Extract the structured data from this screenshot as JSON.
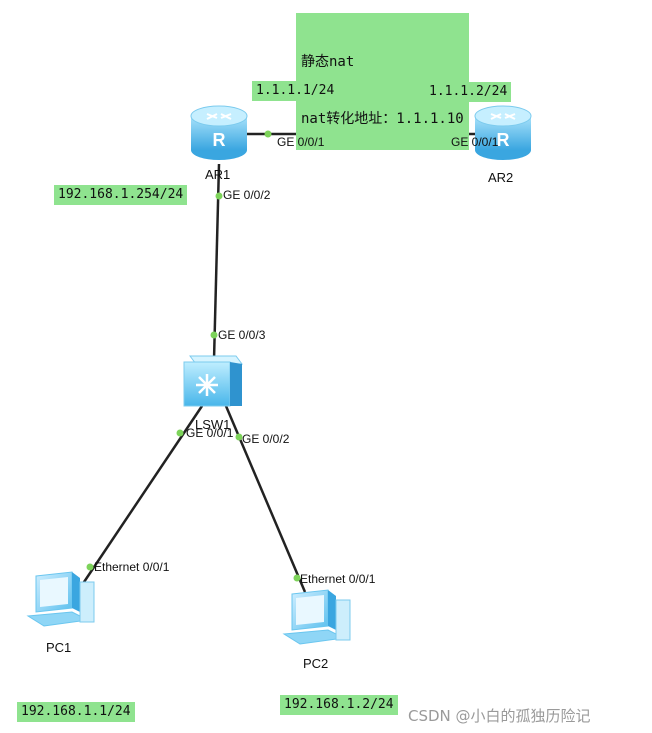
{
  "note": {
    "line1": "静态nat",
    "line2": "nat转化地址：1.1.1.10"
  },
  "ip_labels": {
    "ar1_ge001": "1.1.1.1/24",
    "ar2_ge001": "1.1.1.2/24",
    "ar1_ge002": "192.168.1.254/24",
    "pc1": "192.168.1.1/24",
    "pc2": "192.168.1.2/24"
  },
  "devices": {
    "ar1": "AR1",
    "ar2": "AR2",
    "lsw1": "LSW1",
    "pc1": "PC1",
    "pc2": "PC2"
  },
  "ports": {
    "ar1_ge001": "GE 0/0/1",
    "ar2_ge001": "GE 0/0/1",
    "ar1_ge002": "GE 0/0/2",
    "lsw1_ge003": "GE 0/0/3",
    "lsw1_ge001": "GE 0/0/1",
    "lsw1_ge002": "GE 0/0/2",
    "pc1_eth": "Ethernet 0/0/1",
    "pc2_eth": "Ethernet 0/0/1"
  },
  "watermark": "CSDN @小白的孤独历险记",
  "colors": {
    "label_bg": "#8fe38f",
    "port_dot": "#7dd35a",
    "link": "#222222",
    "device_blue": "#4fb3e8"
  },
  "icons": {
    "router": "router-icon",
    "switch": "switch-icon",
    "pc": "pc-icon"
  }
}
